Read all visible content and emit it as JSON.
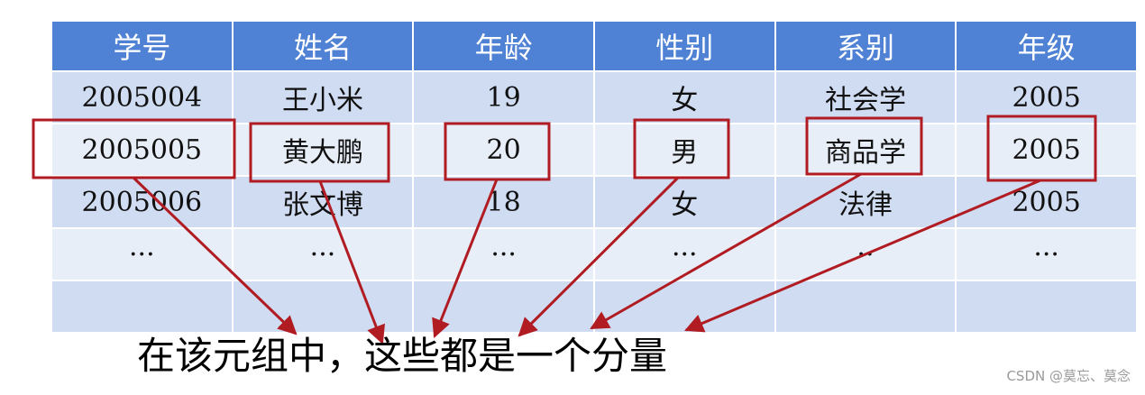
{
  "table": {
    "headers": [
      "学号",
      "姓名",
      "年龄",
      "性别",
      "系别",
      "年级"
    ],
    "rows": [
      [
        "2005004",
        "王小米",
        "19",
        "女",
        "社会学",
        "2005"
      ],
      [
        "2005005",
        "黄大鹏",
        "20",
        "男",
        "商品学",
        "2005"
      ],
      [
        "2005006",
        "张文博",
        "18",
        "女",
        "法律",
        "2005"
      ],
      [
        "···",
        "···",
        "···",
        "···",
        "··",
        "···"
      ],
      [
        "",
        "",
        "",
        "",
        "",
        ""
      ]
    ],
    "highlighted_row_index": 1
  },
  "annotation": {
    "caption": "在该元组中，这些都是一个分量",
    "highlight_color": "#b01c22"
  },
  "colors": {
    "header_background": "#4f81d4",
    "row_odd": "#d0dcf2",
    "row_even": "#e8eef8"
  },
  "watermark": "CSDN @莫忘、莫念"
}
